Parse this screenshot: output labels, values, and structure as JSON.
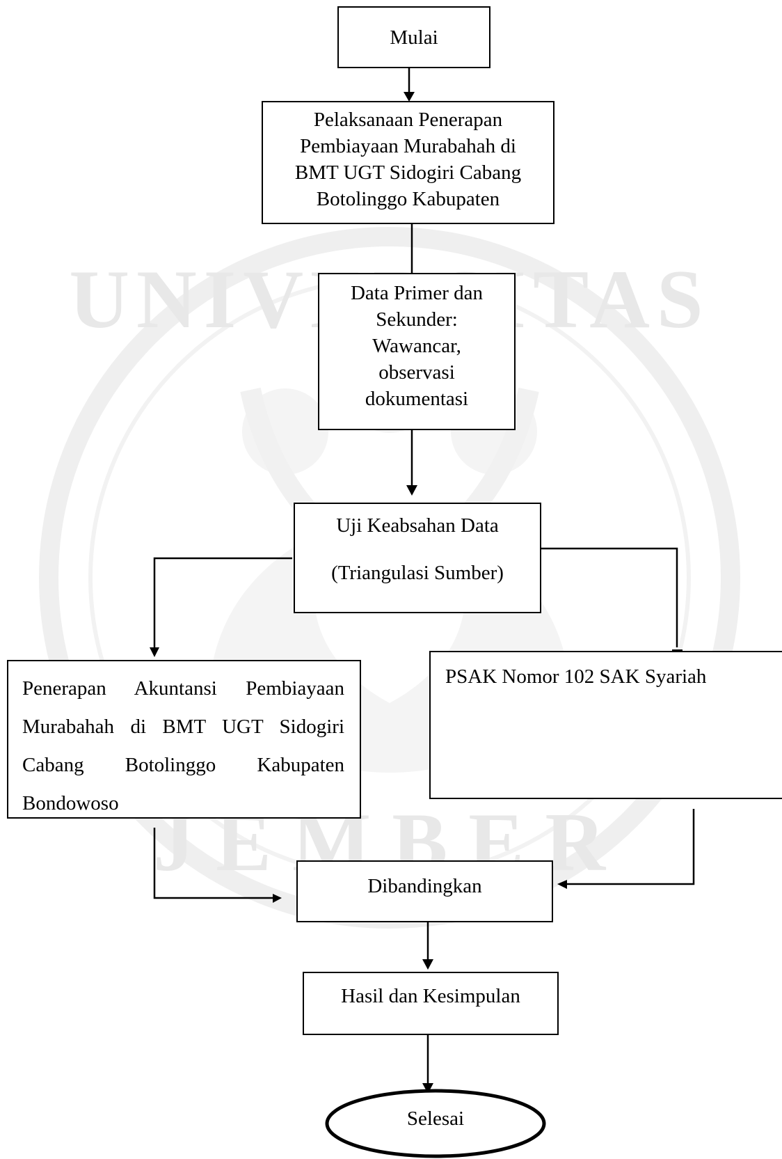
{
  "watermark": {
    "text_top": "UNIVERSITAS",
    "text_bottom": "JEMBER",
    "color": "#e8e8e8"
  },
  "nodes": {
    "start": "Mulai",
    "implementation": "Pelaksanaan Penerapan Pembiayaan Murabahah di BMT UGT Sidogiri Cabang Botolinggo Kabupaten",
    "data_sources": [
      "Data Primer dan",
      "Sekunder:",
      "Wawancar,",
      "observasi",
      "dokumentasi"
    ],
    "validity": {
      "line1": "Uji Keabsahan Data",
      "line2": "(Triangulasi Sumber)"
    },
    "accounting": [
      "Penerapan Akuntansi Pembiayaan",
      "Murabahah di BMT UGT Sidogiri",
      "Cabang Botolinggo Kabupaten",
      "Bondowoso"
    ],
    "standard": "PSAK Nomor 102 SAK Syariah",
    "compare": "Dibandingkan",
    "result": "Hasil dan Kesimpulan",
    "end": "Selesai"
  }
}
